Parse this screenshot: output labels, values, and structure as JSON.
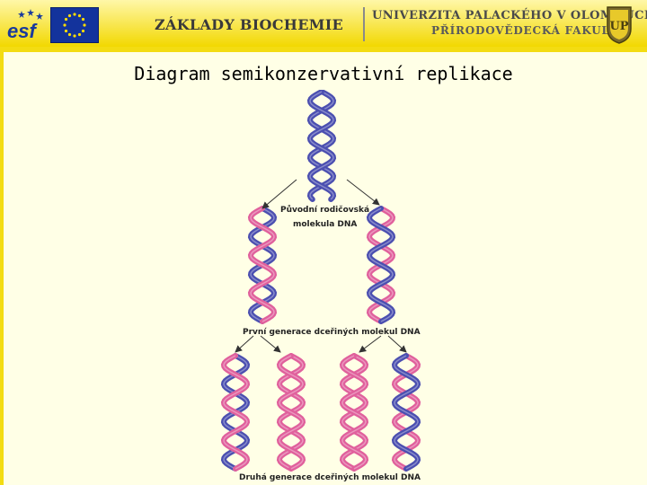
{
  "header": {
    "course_title": "ZÁKLADY BIOCHEMIE",
    "university_line1": "UNIVERZITA PALACKÉHO V OLOMOUCI",
    "university_line2": "PŘÍRODOVĚDECKÁ FAKULTA",
    "esf_logo_text": "esf",
    "shield_text": "UP"
  },
  "title": "Diagram semikonzervativní replikace",
  "diagram": {
    "parent_label_line1": "Původní rodičovská",
    "parent_label_line2": "molekula DNA",
    "gen1_label": "První generace dceřiných molekul DNA",
    "gen2_label": "Druhá generace dceřiných molekul DNA"
  },
  "colors": {
    "old_strand": "#4b4fb0",
    "new_strand": "#e0609c",
    "header_yellow": "#f3dc12",
    "eu_blue": "#13339c"
  }
}
